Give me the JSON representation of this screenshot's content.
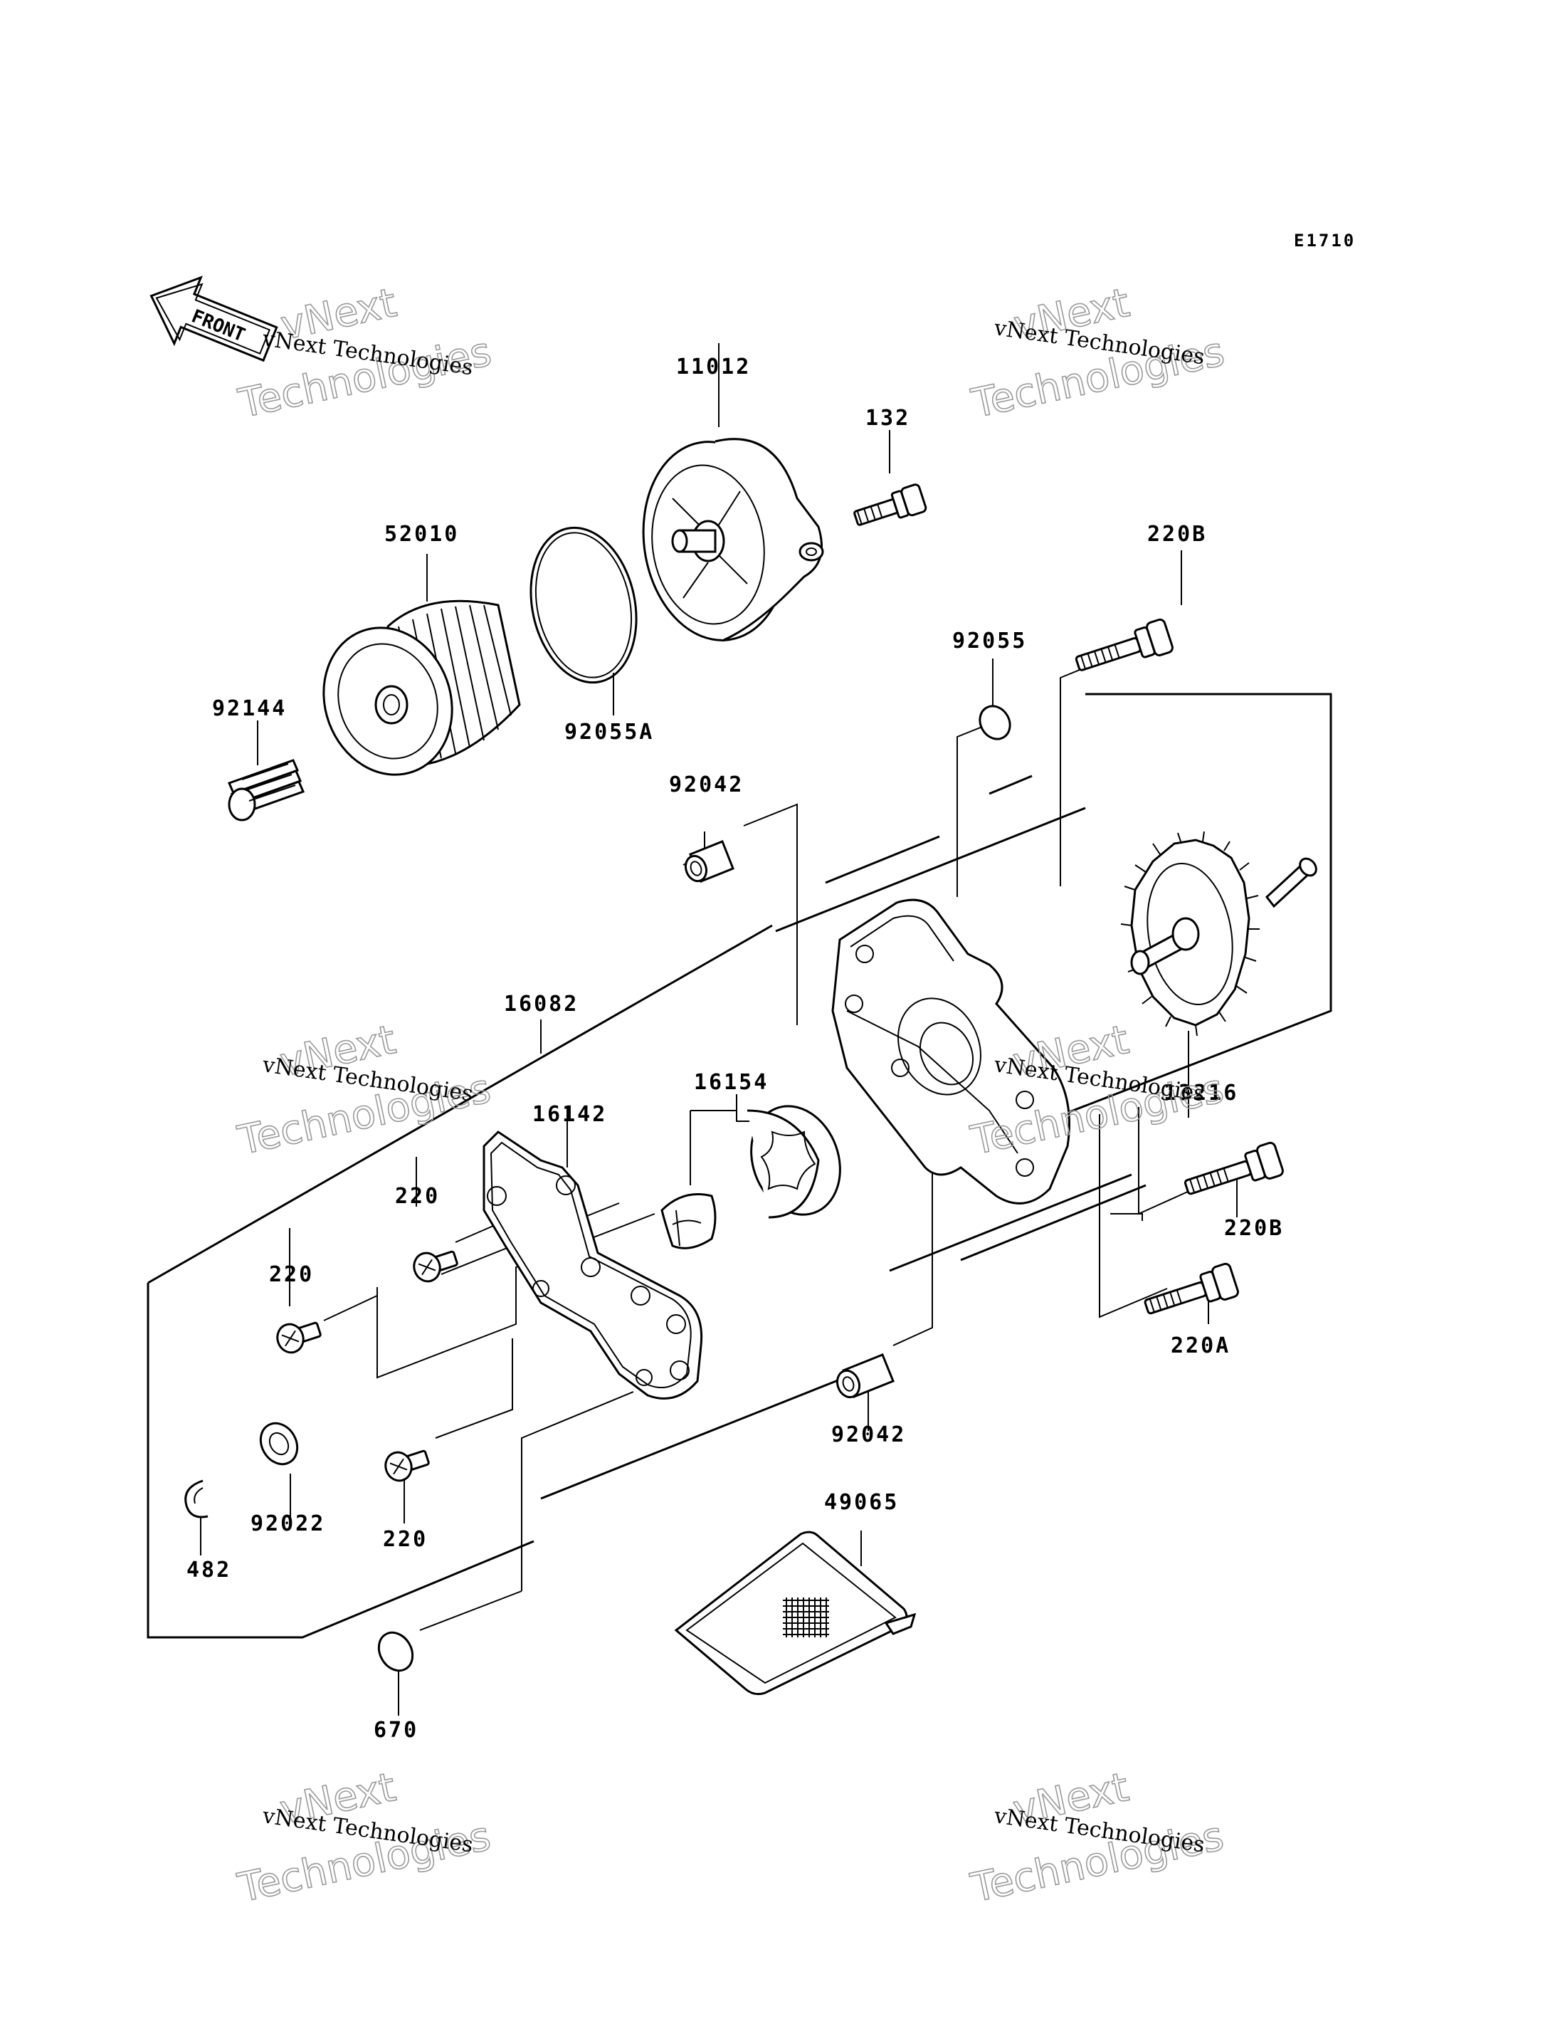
{
  "diagram": {
    "code": "E1710",
    "front_label": "FRONT",
    "watermark": {
      "line1": "vNext Technologies",
      "line2": "vNext",
      "line3": "Technologies"
    },
    "parts": [
      {
        "id": "11012",
        "label": "11012"
      },
      {
        "id": "132",
        "label": "132"
      },
      {
        "id": "52010",
        "label": "52010"
      },
      {
        "id": "220B-top",
        "label": "220B"
      },
      {
        "id": "92055",
        "label": "92055"
      },
      {
        "id": "92144",
        "label": "92144"
      },
      {
        "id": "92055A",
        "label": "92055A"
      },
      {
        "id": "92042-top",
        "label": "92042"
      },
      {
        "id": "16082",
        "label": "16082"
      },
      {
        "id": "16154",
        "label": "16154"
      },
      {
        "id": "13216",
        "label": "13216"
      },
      {
        "id": "16142",
        "label": "16142"
      },
      {
        "id": "220-a",
        "label": "220"
      },
      {
        "id": "220B-mid",
        "label": "220B"
      },
      {
        "id": "220-b",
        "label": "220"
      },
      {
        "id": "220A",
        "label": "220A"
      },
      {
        "id": "92042-bottom",
        "label": "92042"
      },
      {
        "id": "92022",
        "label": "92022"
      },
      {
        "id": "220-c",
        "label": "220"
      },
      {
        "id": "482",
        "label": "482"
      },
      {
        "id": "49065",
        "label": "49065"
      },
      {
        "id": "670",
        "label": "670"
      }
    ]
  }
}
